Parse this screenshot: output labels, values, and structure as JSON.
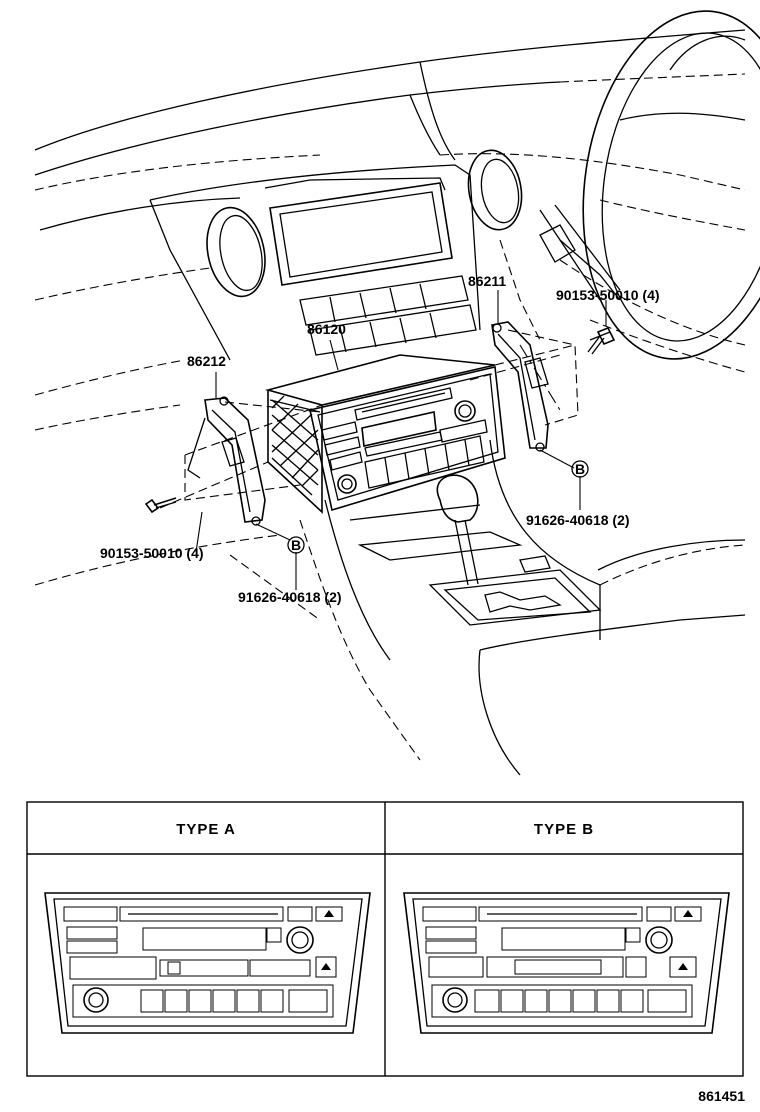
{
  "callouts": {
    "p86212": "86212",
    "p86120": "86120",
    "p86211": "86211",
    "screw_left": "90153-50010 (4)",
    "screw_right": "90153-50010 (4)",
    "nut_left": "91626-40618 (2)",
    "nut_right": "91626-40618 (2)",
    "marker_b": "B"
  },
  "types": {
    "a": {
      "label": "TYPE A"
    },
    "b": {
      "label": "TYPE B"
    }
  },
  "figure_number": "861451"
}
